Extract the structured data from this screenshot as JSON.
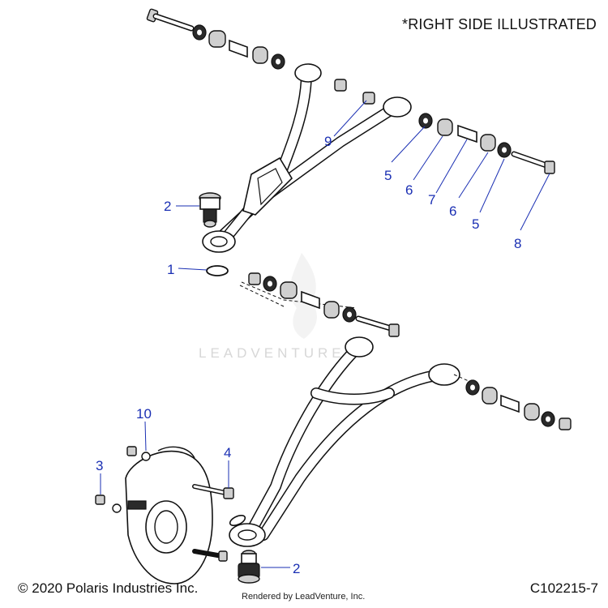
{
  "header": {
    "note": "*RIGHT SIDE ILLUSTRATED"
  },
  "footer": {
    "copyright": "© 2020 Polaris Industries Inc.",
    "rendered_by": "Rendered by LeadVenture, Inc.",
    "diagram_code": "C102215-7"
  },
  "watermark": {
    "text": "LEADVENTURE"
  },
  "callouts": {
    "c9": "9",
    "c5a": "5",
    "c6a": "6",
    "c7": "7",
    "c6b": "6",
    "c5b": "5",
    "c8": "8",
    "c2a": "2",
    "c1": "1",
    "c10": "10",
    "c3": "3",
    "c4": "4",
    "c2b": "2"
  },
  "colors": {
    "callout": "#1a2fb3",
    "line_art": "#111111"
  }
}
